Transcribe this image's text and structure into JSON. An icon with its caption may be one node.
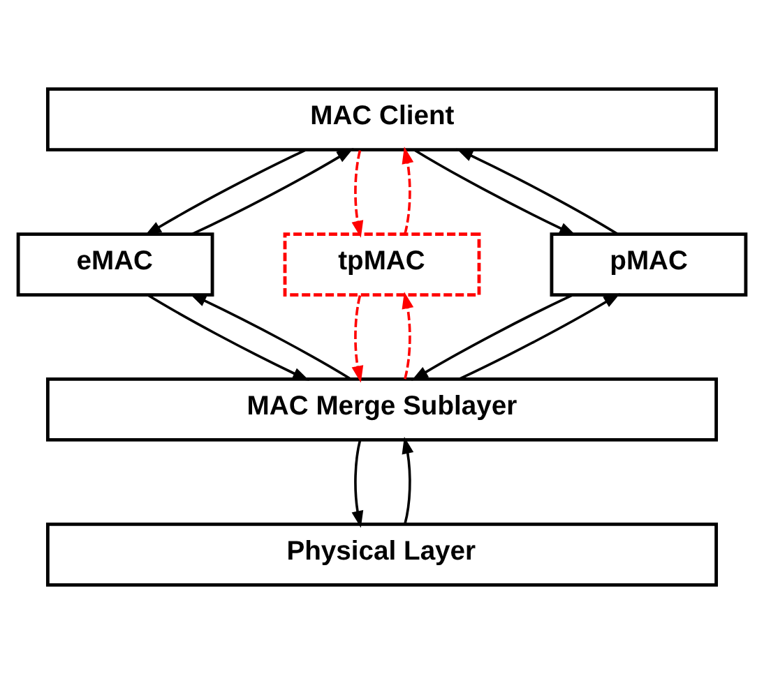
{
  "diagram": {
    "nodes": [
      {
        "text": [
          "MAC Client"
        ]
      },
      {
        "text": [
          "eMAC"
        ]
      },
      {
        "text": [
          "tpMAC"
        ]
      },
      {
        "text": [
          "pMAC"
        ]
      },
      {
        "text": [
          "MAC Merge Sublayer"
        ]
      },
      {
        "text": [
          "Physical Layer"
        ]
      }
    ],
    "edges": [
      {
        "from": 1,
        "to": 0,
        "arrow": "to"
      },
      {
        "from": 0,
        "to": 1,
        "arrow": "to"
      },
      {
        "from": 2,
        "to": 0,
        "arrow": "to",
        "style": "dashed",
        "color": "#ff0000"
      },
      {
        "from": 0,
        "to": 2,
        "arrow": "to",
        "style": "dashed",
        "color": "#ff0000"
      },
      {
        "from": 3,
        "to": 0,
        "arrow": "to"
      },
      {
        "from": 0,
        "to": 3,
        "arrow": "to"
      },
      {
        "from": 4,
        "to": 1,
        "arrow": "to"
      },
      {
        "from": 1,
        "to": 4,
        "arrow": "to"
      },
      {
        "from": 4,
        "to": 2,
        "arrow": "to",
        "style": "dashed",
        "color": "#ff0000"
      },
      {
        "from": 2,
        "to": 4,
        "arrow": "to",
        "style": "dashed",
        "color": "#ff0000"
      },
      {
        "from": 4,
        "to": 3,
        "arrow": "to"
      },
      {
        "from": 3,
        "to": 4,
        "arrow": "to"
      },
      {
        "from": 5,
        "to": 4,
        "arrow": "to"
      },
      {
        "from": 4,
        "to": 5,
        "arrow": "to"
      }
    ]
  }
}
